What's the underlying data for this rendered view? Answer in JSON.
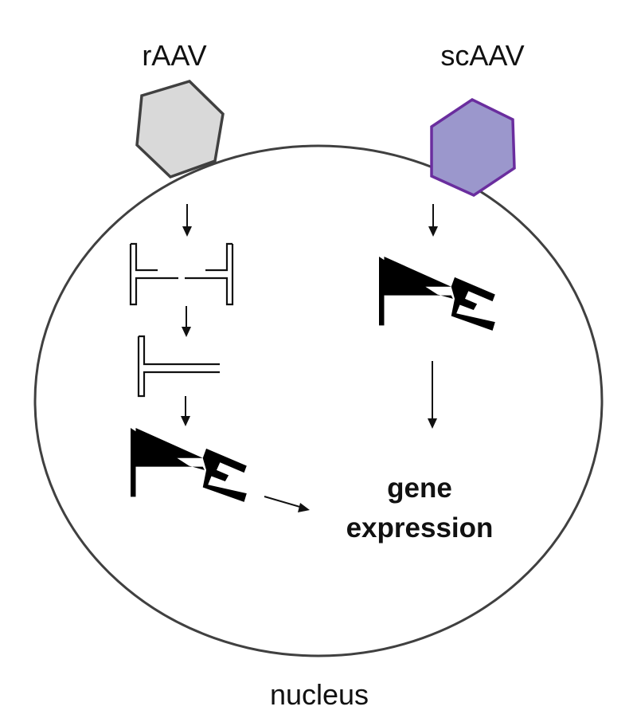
{
  "labels": {
    "raav": "rAAV",
    "scaav": "scAAV",
    "gene_expression_line1": "gene",
    "gene_expression_line2": "expression",
    "nucleus": "nucleus"
  },
  "colors": {
    "raav_capsid_fill": "#d9d9d9",
    "raav_capsid_stroke": "#404040",
    "scaav_capsid_fill": "#9b97cc",
    "scaav_capsid_stroke": "#6a2d9e",
    "nucleus_stroke": "#404040",
    "ink": "#111111"
  },
  "icons": {
    "raav_capsid": "hexagon",
    "scaav_capsid": "hexagon",
    "raav_genome": "single-strand-dna-with-itrs",
    "raav_second_strand": "double-strand-dna",
    "raav_folded": "hairpin-folded-dna",
    "scaav_folded": "hairpin-folded-dna",
    "arrow": "arrow"
  }
}
